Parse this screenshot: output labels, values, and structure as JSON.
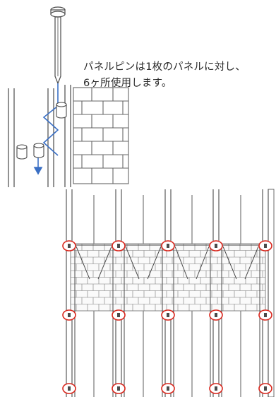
{
  "caption": {
    "line1": "パネルピンは1枚のパネルに対し、",
    "line2": "6ヶ所使用します。"
  },
  "colors": {
    "line": "#4a4a4a",
    "brick": "#777777",
    "arrow": "#3a6fc4",
    "highlight": "#d9261c"
  },
  "icons": {
    "pin": "panel-pin-icon",
    "pin_hole": "pin-hole-icon",
    "arrow": "insertion-arrow-icon"
  },
  "diagram": {
    "pin_locations_per_panel": 6
  }
}
